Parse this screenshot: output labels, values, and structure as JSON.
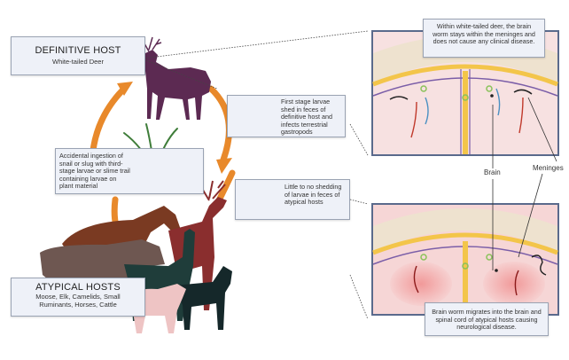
{
  "definitive_host": {
    "title": "DEFINITIVE HOST",
    "subtitle": "White-tailed Deer"
  },
  "atypical_hosts": {
    "title": "ATYPICAL HOSTS",
    "subtitle": "Moose, Elk, Camelids, Small Ruminants, Horses, Cattle"
  },
  "steps": {
    "larvae_shed": "First stage larvae shed in feces of definitive host and infects terrestrial gastropods",
    "ingestion": "Accidental ingestion of snail or slug with third-stage larvae or slime trail containing larvae on plant material",
    "little_shedding": "Little to no shedding of larvae in feces of atypical hosts"
  },
  "panels": {
    "deer_panel_note": "Within white-tailed deer, the brain worm stays within the meninges and does not cause any clinical disease.",
    "atypical_panel_note": "Brain worm migrates into the brain and spinal cord of atypical hosts causing neurological disease.",
    "label_brain": "Brain",
    "label_meninges": "Meninges"
  },
  "colors": {
    "arrow": "#e8892b",
    "deer": "#5c2a52",
    "box_bg": "#eef1f8",
    "box_border": "#9aa3b3",
    "panel_border": "#5a6a8c",
    "feces": "#a47f7c"
  },
  "icons": [
    "deer-icon",
    "snail-icon",
    "grass-icon",
    "feces-icon",
    "horse-icon",
    "elk-icon",
    "cow-icon",
    "llama-icon",
    "sheep-icon",
    "goat-icon",
    "brain-cross-section-icon"
  ]
}
